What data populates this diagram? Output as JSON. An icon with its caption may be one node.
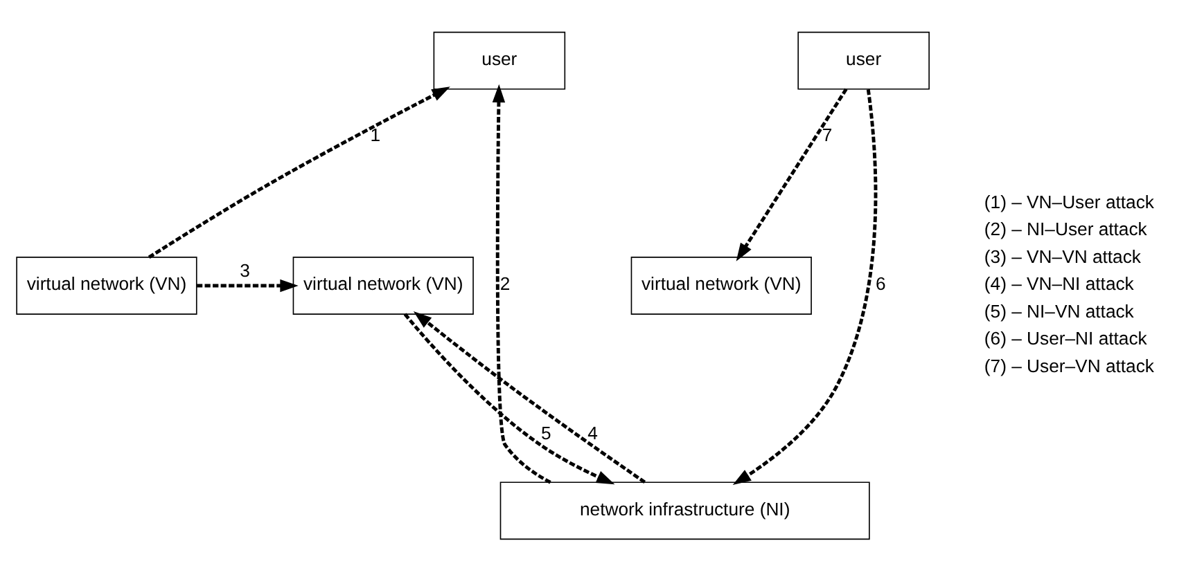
{
  "diagram": {
    "nodes": [
      {
        "text": [
          "user"
        ]
      },
      {
        "text": [
          "user"
        ]
      },
      {
        "text": [
          "virtual network (VN)"
        ]
      },
      {
        "text": [
          "virtual network (VN)"
        ]
      },
      {
        "text": [
          "virtual network (VN)"
        ]
      },
      {
        "text": [
          "network infrastructure (NI)"
        ]
      }
    ],
    "edges": [
      {
        "from": 2,
        "to": 0,
        "arrow": "to",
        "label": "1",
        "style": "dashed"
      },
      {
        "from": 5,
        "to": 0,
        "arrow": "to",
        "label": "2",
        "style": "dashed"
      },
      {
        "from": 2,
        "to": 3,
        "arrow": "to",
        "label": "3",
        "style": "dashed"
      },
      {
        "from": 5,
        "to": 3,
        "arrow": "to",
        "label": "4",
        "style": "dashed"
      },
      {
        "from": 3,
        "to": 5,
        "arrow": "to",
        "label": "5",
        "style": "dashed"
      },
      {
        "from": 1,
        "to": 5,
        "arrow": "to",
        "label": "6",
        "style": "dashed"
      },
      {
        "from": 1,
        "to": 4,
        "arrow": "to",
        "label": "7",
        "style": "dashed"
      }
    ],
    "labels": [
      "(1) – VN–User attack",
      "(2) – NI–User attack",
      "(3) – VN–VN attack",
      "(4) – VN–NI attack",
      "(5) – NI–VN attack",
      "(6) – User–NI attack",
      "(7) – User–VN attack"
    ]
  }
}
